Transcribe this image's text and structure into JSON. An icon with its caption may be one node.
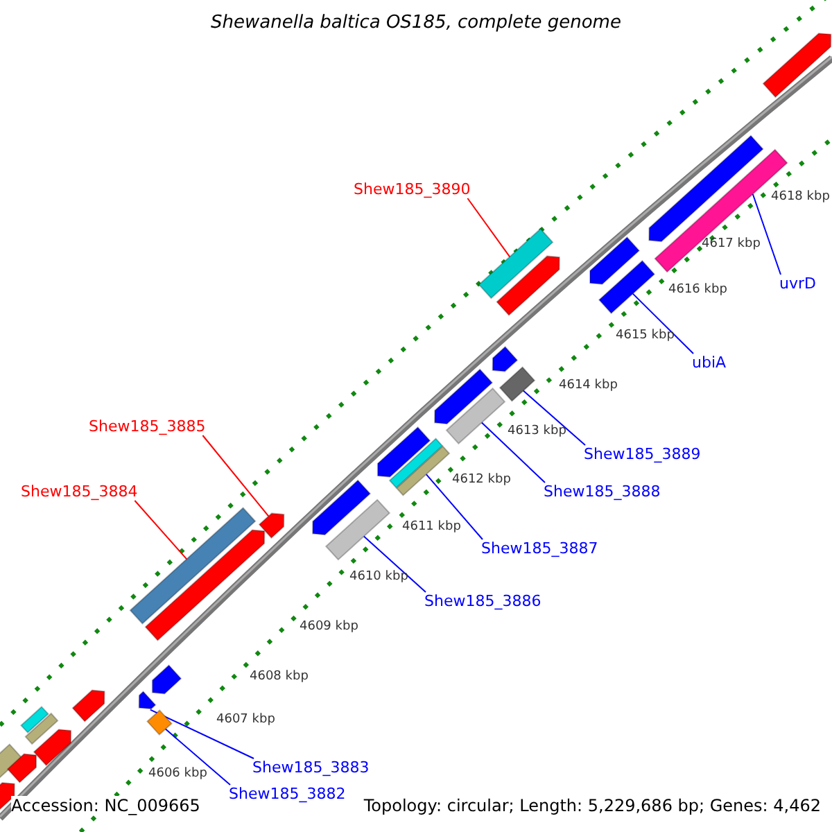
{
  "diagram": {
    "title": "Shewanella baltica OS185, complete genome",
    "nodes": [
      {
        "text": [
          "Shew185_3890"
        ]
      },
      {
        "text": [],
        "shape": "bar"
      },
      {
        "text": [
          "uvrD"
        ]
      },
      {
        "text": [],
        "shape": "bar"
      },
      {
        "text": [
          "ubiA"
        ]
      },
      {
        "text": [],
        "shape": "bar"
      },
      {
        "text": [
          "Shew185_3889"
        ]
      },
      {
        "text": [],
        "shape": "bar"
      },
      {
        "text": [
          "Shew185_3885"
        ]
      },
      {
        "text": [],
        "shape": "bar"
      },
      {
        "text": [
          "Shew185_3888"
        ]
      },
      {
        "text": [],
        "shape": "bar"
      },
      {
        "text": [
          "Shew185_3884"
        ]
      },
      {
        "text": [],
        "shape": "bar"
      },
      {
        "text": [
          "Shew185_3887"
        ]
      },
      {
        "text": [],
        "shape": "bar"
      },
      {
        "text": [
          "Shew185_3886"
        ]
      },
      {
        "text": [],
        "shape": "bar"
      },
      {
        "text": [
          "Shew185_3883"
        ]
      },
      {
        "text": [],
        "shape": "bar"
      },
      {
        "text": [
          "Shew185_3882"
        ]
      },
      {
        "text": [],
        "shape": "bar"
      },
      {
        "text": [],
        "shape": "bar"
      },
      {
        "text": [],
        "shape": "bar"
      },
      {
        "text": [],
        "shape": "bar"
      },
      {
        "text": [],
        "shape": "bar"
      },
      {
        "text": [],
        "shape": "bar"
      },
      {
        "text": [],
        "shape": "bar"
      },
      {
        "text": [],
        "shape": "bar"
      },
      {
        "text": [],
        "shape": "bar"
      },
      {
        "text": [],
        "shape": "bar"
      },
      {
        "text": [],
        "shape": "bar"
      },
      {
        "text": [],
        "shape": "bar"
      },
      {
        "text": [],
        "shape": "bar"
      },
      {
        "text": [],
        "shape": "bar"
      },
      {
        "text": [],
        "shape": "bar"
      },
      {
        "text": [],
        "shape": "bar"
      },
      {
        "text": [],
        "shape": "bar"
      },
      {
        "text": [],
        "shape": "bar"
      },
      {
        "text": [],
        "shape": "bar"
      }
    ],
    "edges": [
      {
        "from": 0,
        "to": 1,
        "arrow": "none",
        "color": "#ff0000"
      },
      {
        "from": 2,
        "to": 3,
        "arrow": "none"
      },
      {
        "from": 4,
        "to": 5,
        "arrow": "none"
      },
      {
        "from": 6,
        "to": 7,
        "arrow": "none"
      },
      {
        "from": 8,
        "to": 9,
        "arrow": "none",
        "color": "#ff0000"
      },
      {
        "from": 10,
        "to": 11,
        "arrow": "none"
      },
      {
        "from": 12,
        "to": 13,
        "arrow": "none",
        "color": "#ff0000"
      },
      {
        "from": 14,
        "to": 15,
        "arrow": "none"
      },
      {
        "from": 16,
        "to": 17,
        "arrow": "none"
      },
      {
        "from": 18,
        "to": 19,
        "arrow": "none"
      },
      {
        "from": 20,
        "to": 21,
        "arrow": "none"
      }
    ],
    "labels": [
      "4618 kbp",
      "4617 kbp",
      "4616 kbp",
      "4615 kbp",
      "4614 kbp",
      "4613 kbp",
      "4612 kbp",
      "4611 kbp",
      "4610 kbp",
      "4609 kbp",
      "4608 kbp",
      "4607 kbp",
      "4606 kbp",
      "Accession: NC_009665",
      "Topology: circular; Length: 5,229,686 bp; Genes: 4,462"
    ]
  }
}
